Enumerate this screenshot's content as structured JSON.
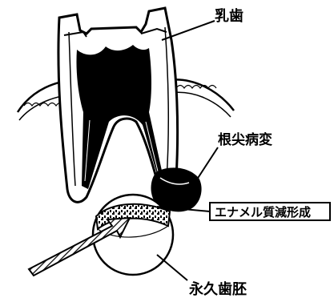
{
  "labels": {
    "primary_tooth": "乳歯",
    "periapical_lesion": "根尖病変",
    "enamel_hypoplasia": "エナメル質減形成",
    "permanent_tooth_germ": "永久歯胚"
  },
  "colors": {
    "ink": "#000000",
    "paper": "#ffffff"
  }
}
